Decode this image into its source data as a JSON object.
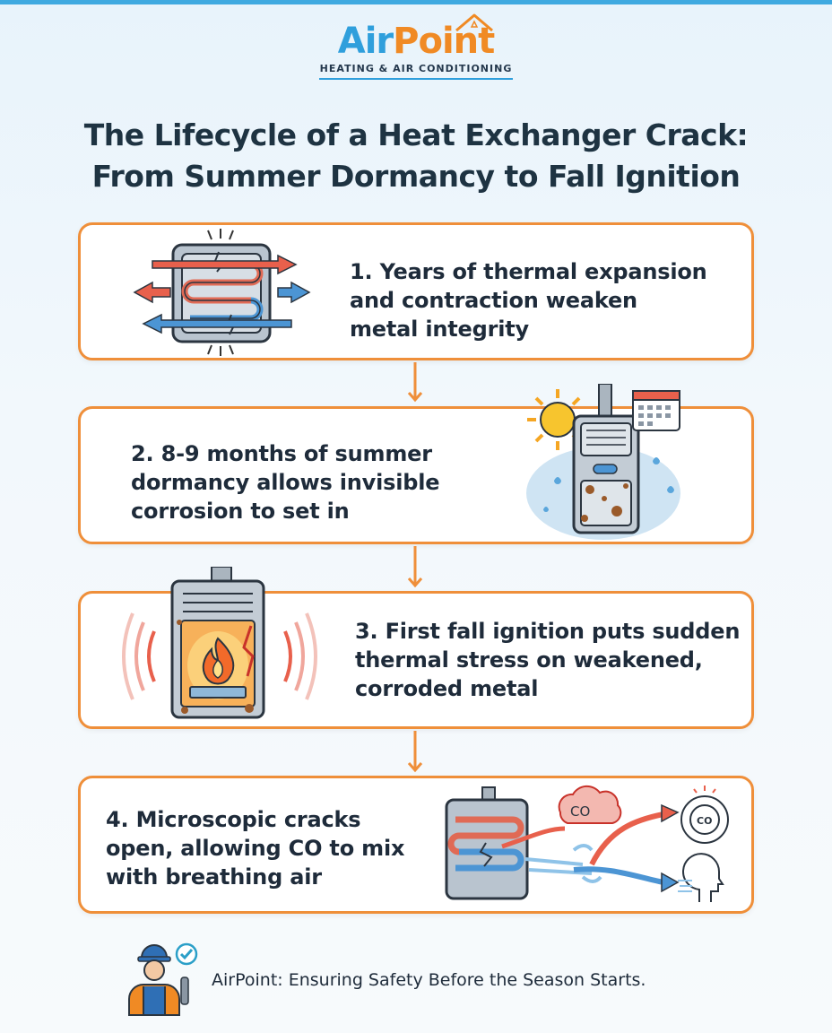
{
  "brand": {
    "name_part1": "Air",
    "name_part2": "Point",
    "tagline": "HEATING & AIR CONDITIONING",
    "colors": {
      "blue": "#2f9fdc",
      "orange": "#f08a24",
      "navy": "#1e3342"
    }
  },
  "title": {
    "line1": "The Lifecycle of a Heat Exchanger Crack:",
    "line2": "From Summer Dormancy to Fall Ignition"
  },
  "steps": [
    {
      "line1": "1. Years of thermal expansion",
      "line2": "and contraction weaken",
      "line3": "metal integrity",
      "icon": "heat-exchanger-expansion-icon"
    },
    {
      "line1": "2. 8-9 months of summer",
      "line2": "dormancy allows invisible",
      "line3": "corrosion to set in",
      "icon": "dormant-furnace-sun-calendar-icon"
    },
    {
      "line1": "3. First fall ignition puts sudden",
      "line2": "thermal stress on weakened,",
      "line3": "corroded metal",
      "icon": "furnace-ignition-flame-icon"
    },
    {
      "line1": "4. Microscopic cracks",
      "line2": "open, allowing CO to mix",
      "line3": "with breathing air",
      "icon": "co-leak-detector-icon",
      "co_label": "CO",
      "detector_label": "CO"
    }
  ],
  "footer": {
    "text": "AirPoint: Ensuring Safety Before the Season Starts.",
    "icon": "technician-checkmark-icon"
  }
}
